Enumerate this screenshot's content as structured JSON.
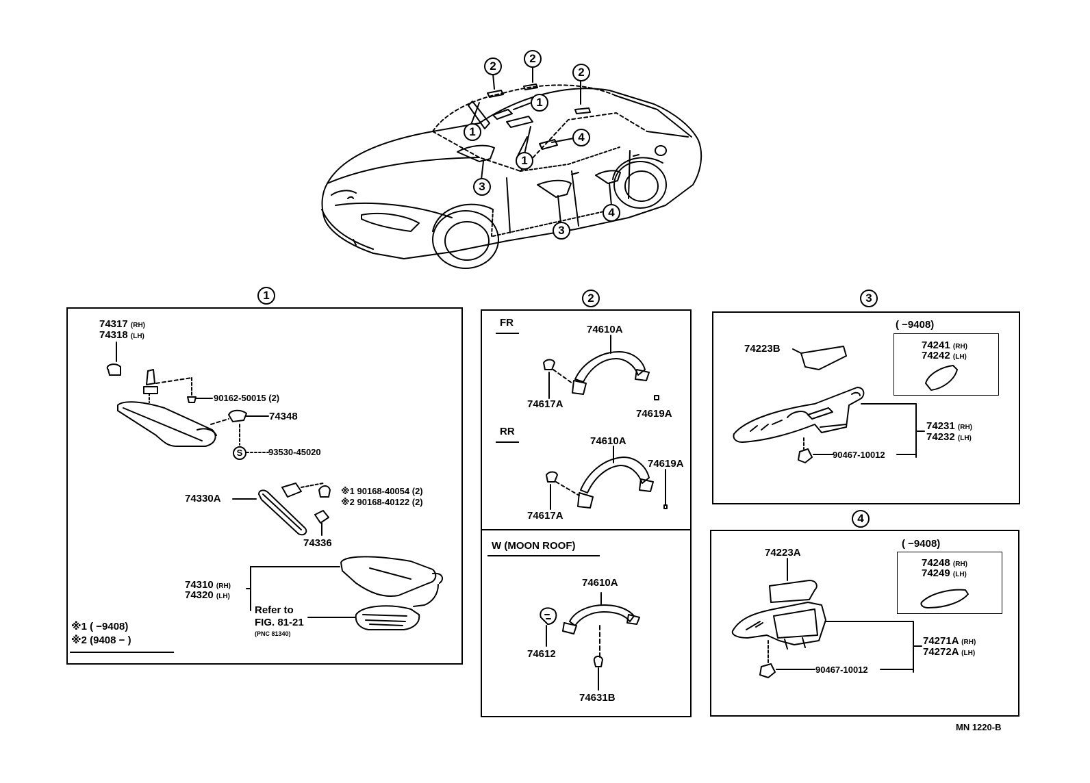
{
  "car_callouts": {
    "one": "1",
    "two": "2",
    "three": "3",
    "four": "4"
  },
  "section1": {
    "header": "1",
    "p74317": "74317",
    "p74317_side": "(RH)",
    "p74318": "74318",
    "p74318_side": "(LH)",
    "p90162": "90162-50015 (2)",
    "p74348": "74348",
    "s_mark": "S",
    "p93530": "93530-45020",
    "p74330a": "74330A",
    "mark1": "※1",
    "p90168a": "90168-40054 (2)",
    "mark2": "※2",
    "p90168b": "90168-40122 (2)",
    "p74336": "74336",
    "p74310": "74310",
    "p74310_side": "(RH)",
    "p74320": "74320",
    "p74320_side": "(LH)",
    "refer_to": "Refer to",
    "fig": "FIG. 81-21",
    "pnc": "(PNC 81340)",
    "note1_mark": "※1",
    "note1": "(          −9408)",
    "note2_mark": "※2",
    "note2": "(9408 −          )"
  },
  "section2": {
    "header": "2",
    "fr": "FR",
    "fr_74610a": "74610A",
    "fr_74617a": "74617A",
    "fr_74619a": "74619A",
    "rr": "RR",
    "rr_74610a": "74610A",
    "rr_74617a": "74617A",
    "rr_74619a": "74619A",
    "moon": "W (MOON  ROOF)",
    "m_74610a": "74610A",
    "m_74612": "74612",
    "m_74631b": "74631B"
  },
  "section3": {
    "header": "3",
    "date_range": "(          −9408)",
    "p74241": "74241",
    "p74241_side": "(RH)",
    "p74242": "74242",
    "p74242_side": "(LH)",
    "p74223b": "74223B",
    "p74231": "74231",
    "p74231_side": "(RH)",
    "p74232": "74232",
    "p74232_side": "(LH)",
    "p90467": "90467-10012"
  },
  "section4": {
    "header": "4",
    "date_range": "(          −9408)",
    "p74248": "74248",
    "p74248_side": "(RH)",
    "p74249": "74249",
    "p74249_side": "(LH)",
    "p74223a": "74223A",
    "p74271a": "74271A",
    "p74271a_side": "(RH)",
    "p74272a": "74272A",
    "p74272a_side": "(LH)",
    "p90467": "90467-10012"
  },
  "footer": {
    "code": "MN  1220-B"
  }
}
